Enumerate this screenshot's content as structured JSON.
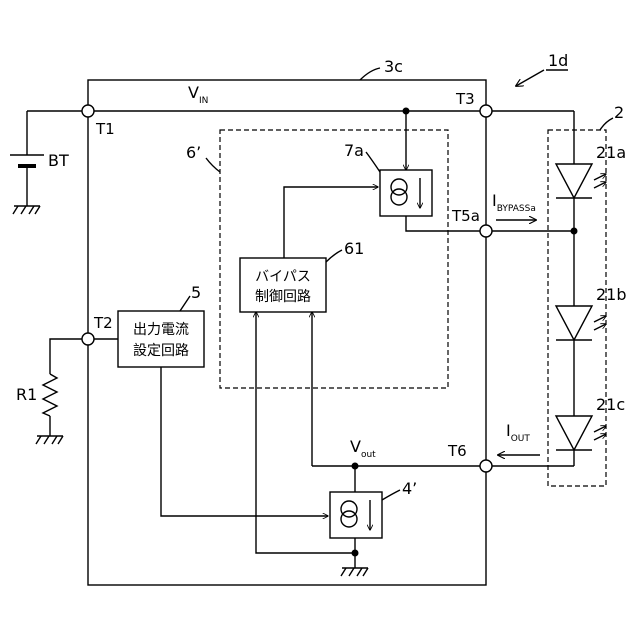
{
  "figure_label": "1d",
  "device_label": "3c",
  "led_module_label": "2",
  "control_block_label": "6’",
  "battery_label": "BT",
  "resistor_label": "R1",
  "vin": {
    "main": "V",
    "sub": "IN"
  },
  "vout": {
    "main": "V",
    "sub": "out"
  },
  "ibypass": {
    "main": "I",
    "sub": "BYPASSa"
  },
  "iout": {
    "main": "I",
    "sub": "OUT"
  },
  "terminals": {
    "t1": "T1",
    "t2": "T2",
    "t3": "T3",
    "t5a": "T5a",
    "t6": "T6"
  },
  "leds": {
    "led1": "21a",
    "led2": "21b",
    "led3": "21c"
  },
  "current_sources": {
    "bypass_source": "7a",
    "output_source": "4’"
  },
  "blocks": {
    "output_setting": {
      "number": "5",
      "line1": "出力電流",
      "line2": "設定回路"
    },
    "bypass_control": {
      "number": "61",
      "line1": "バイパス",
      "line2": "制御回路"
    }
  }
}
